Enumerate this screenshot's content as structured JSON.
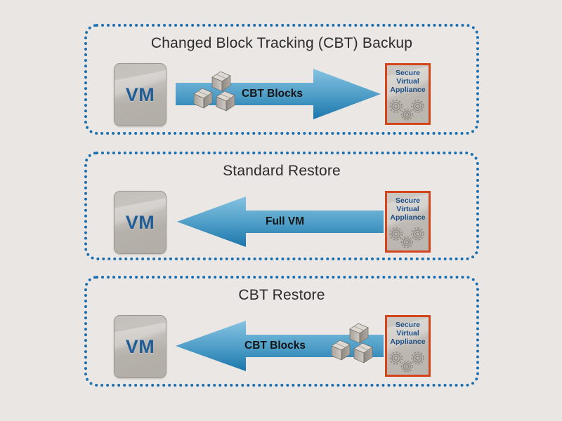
{
  "diagram": {
    "background_color": "#e9e6e3",
    "panel_border_color": "#1a6fb0",
    "accent_orange": "#d4451c",
    "vm_text_color": "#1f5d96",
    "arrow_color_top": "#7fc0e0",
    "arrow_color_bottom": "#1b76ab"
  },
  "panels": [
    {
      "title": "Changed Block Tracking (CBT) Backup",
      "vm_label": "VM",
      "appliance_label": "Secure\nVirtual\nAppliance",
      "appliance_lines": [
        "Secure",
        "Virtual",
        "Appliance"
      ],
      "arrow_label": "CBT Blocks",
      "arrow_direction": "right",
      "cubes": true,
      "cubes_side": "left",
      "cube_count": 3
    },
    {
      "title": "Standard Restore",
      "vm_label": "VM",
      "appliance_label": "Secure\nVirtual\nAppliance",
      "appliance_lines": [
        "Secure",
        "Virtual",
        "Appliance"
      ],
      "arrow_label": "Full VM",
      "arrow_direction": "left",
      "cubes": false,
      "cubes_side": "",
      "cube_count": 0
    },
    {
      "title": "CBT Restore",
      "vm_label": "VM",
      "appliance_label": "Secure\nVirtual\nAppliance",
      "appliance_lines": [
        "Secure",
        "Virtual",
        "Appliance"
      ],
      "arrow_label": "CBT Blocks",
      "arrow_direction": "left",
      "cubes": true,
      "cubes_side": "right",
      "cube_count": 3
    }
  ]
}
